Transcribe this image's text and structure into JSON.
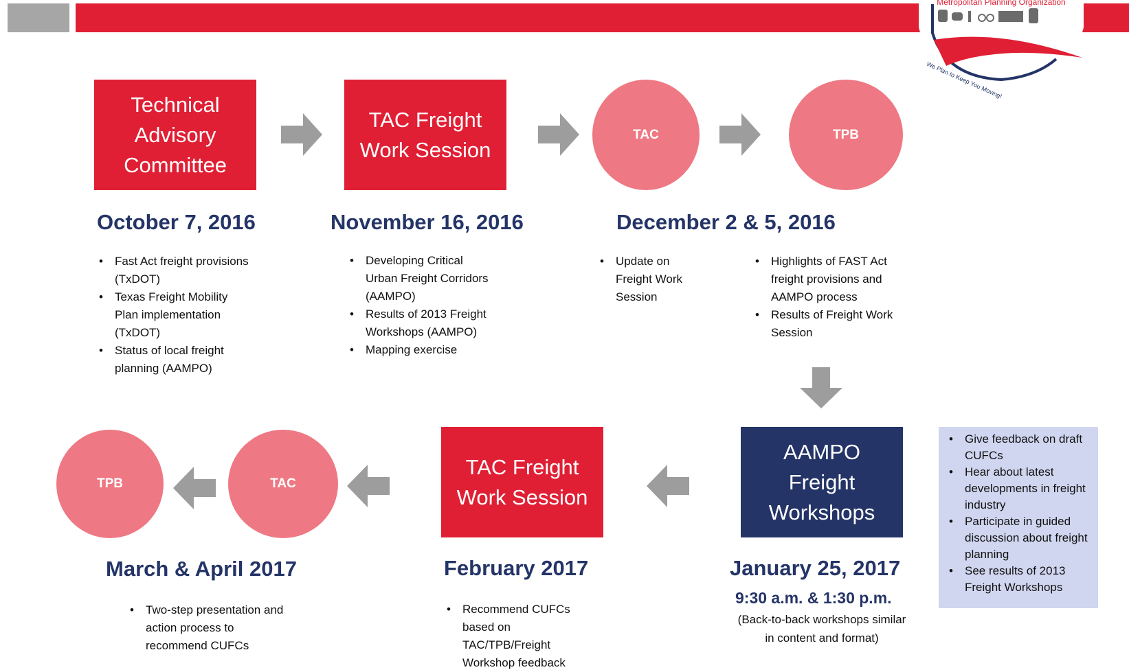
{
  "logo": {
    "org_name": "Metropolitan Planning Organization",
    "tagline": "We Plan to Keep You Moving!"
  },
  "colors": {
    "brand_red": "#e01f34",
    "navy": "#243467",
    "circle_pink": "#ee7883",
    "arrow_gray": "#9d9d9d",
    "callout_bg": "#d0d6ef"
  },
  "top_row": {
    "step1": {
      "label": "Technical Advisory Committee",
      "date": "October 7, 2016",
      "bullets": [
        "Fast Act freight provisions (TxDOT)",
        "Texas Freight Mobility Plan implementation (TxDOT)",
        "Status of local freight planning (AAMPO)"
      ]
    },
    "step2": {
      "label": "TAC Freight Work Session",
      "date": "November 16, 2016",
      "bullets": [
        "Developing Critical Urban Freight Corridors (AAMPO)",
        "Results of 2013 Freight Workshops (AAMPO)",
        "Mapping exercise"
      ]
    },
    "step3": {
      "tac_label": "TAC",
      "tpb_label": "TPB",
      "date": "December 2 & 5, 2016",
      "tac_bullets": [
        "Update on Freight Work Session"
      ],
      "tpb_bullets": [
        "Highlights of FAST Act freight provisions and AAMPO process",
        "Results of Freight Work Session"
      ]
    }
  },
  "bottom_row": {
    "workshops": {
      "label": "AAMPO Freight Workshops",
      "date": "January 25, 2017",
      "time": "9:30 a.m. & 1:30 p.m.",
      "note": "(Back-to-back workshops similar in content and format)",
      "callout_bullets": [
        "Give feedback on draft CUFCs",
        "Hear about latest developments in freight industry",
        "Participate in guided discussion about freight planning",
        "See results of 2013 Freight Workshops"
      ]
    },
    "feb": {
      "label": "TAC Freight Work Session",
      "date": "February 2017",
      "bullets": [
        "Recommend CUFCs based on TAC/TPB/Freight Workshop feedback"
      ]
    },
    "marapr": {
      "tac_label": "TAC",
      "tpb_label": "TPB",
      "date": "March & April 2017",
      "bullets": [
        "Two-step presentation and action process to recommend CUFCs"
      ]
    }
  }
}
